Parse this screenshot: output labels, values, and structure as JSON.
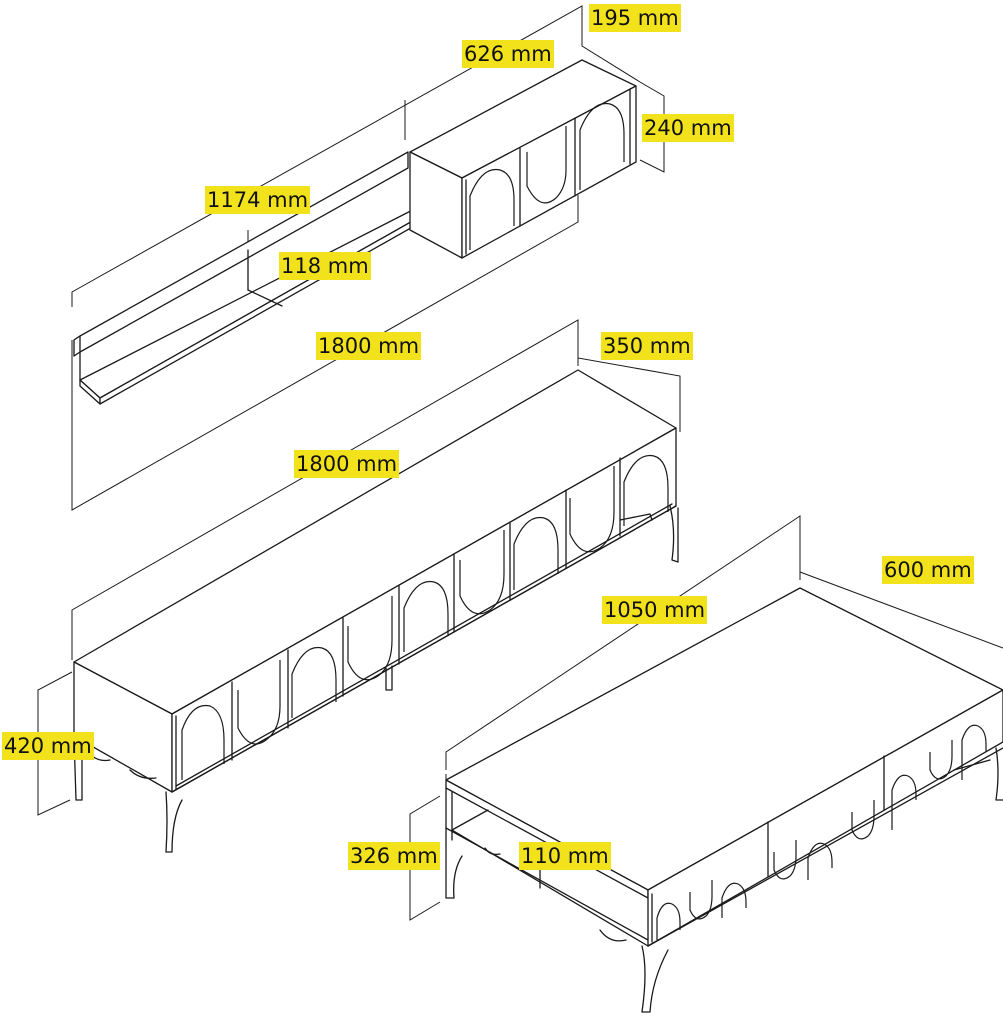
{
  "colors": {
    "label_background": "#f2e21b",
    "line": "#1a1a1a",
    "background": "#ffffff"
  },
  "wall_unit": {
    "name": "wall-shelf-and-cabinet",
    "dimensions": {
      "overall_width": "1800 mm",
      "shelf_width": "1174 mm",
      "shelf_depth": "118 mm",
      "cabinet_width": "626 mm",
      "cabinet_depth": "195 mm",
      "cabinet_height": "240 mm"
    }
  },
  "tv_stand": {
    "name": "tv-stand",
    "dimensions": {
      "width": "1800 mm",
      "depth": "350 mm",
      "height": "420 mm"
    }
  },
  "coffee_table": {
    "name": "coffee-table",
    "dimensions": {
      "length": "1050 mm",
      "width": "600 mm",
      "height": "326 mm",
      "shelf_clearance": "110 mm"
    }
  }
}
